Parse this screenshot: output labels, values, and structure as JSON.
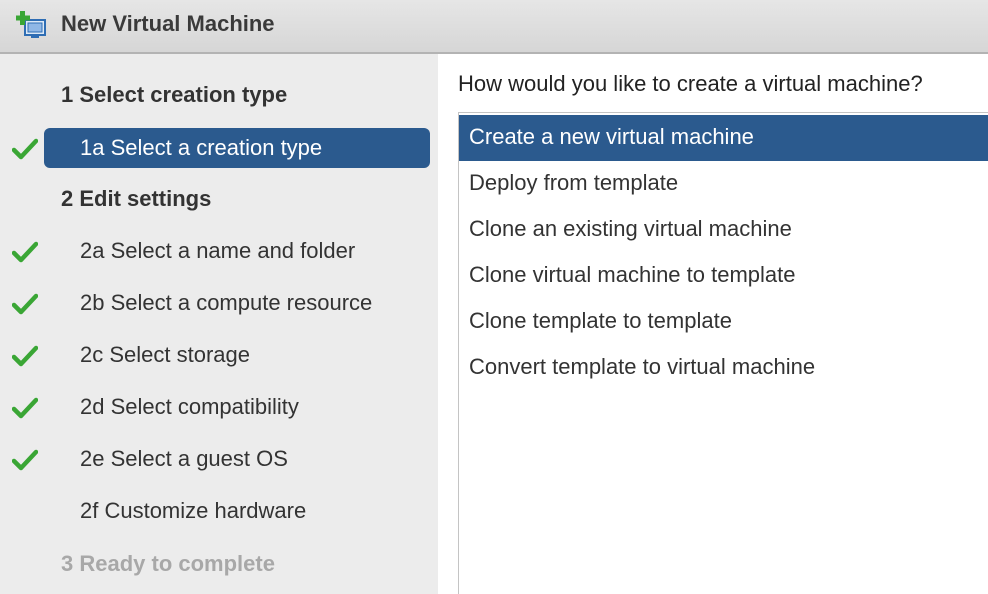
{
  "window": {
    "title": "New Virtual Machine",
    "icon": "new-vm-icon"
  },
  "sidebar": {
    "steps": [
      {
        "label": "1  Select creation type",
        "kind": "header"
      },
      {
        "label": "1a  Select a creation type",
        "kind": "sub",
        "completed": true,
        "active": true
      },
      {
        "label": "2  Edit settings",
        "kind": "header"
      },
      {
        "label": "2a  Select a name and folder",
        "kind": "sub",
        "completed": true
      },
      {
        "label": "2b  Select a compute resource",
        "kind": "sub",
        "completed": true
      },
      {
        "label": "2c  Select storage",
        "kind": "sub",
        "completed": true
      },
      {
        "label": "2d  Select compatibility",
        "kind": "sub",
        "completed": true
      },
      {
        "label": "2e  Select a guest OS",
        "kind": "sub",
        "completed": true
      },
      {
        "label": "2f  Customize hardware",
        "kind": "sub",
        "completed": false
      },
      {
        "label": "3  Ready to complete",
        "kind": "header",
        "disabled": true
      }
    ]
  },
  "main": {
    "question": "How would you like to create a virtual machine?",
    "options": [
      {
        "label": "Create a new virtual machine",
        "selected": true
      },
      {
        "label": "Deploy from template"
      },
      {
        "label": "Clone an existing virtual machine"
      },
      {
        "label": "Clone virtual machine to template"
      },
      {
        "label": "Clone template to template"
      },
      {
        "label": "Convert template to virtual machine"
      }
    ]
  },
  "colors": {
    "selection": "#2b5a8e",
    "check": "#3aa635",
    "sidebar_bg": "#ececec",
    "disabled_text": "#a8a8a8"
  }
}
